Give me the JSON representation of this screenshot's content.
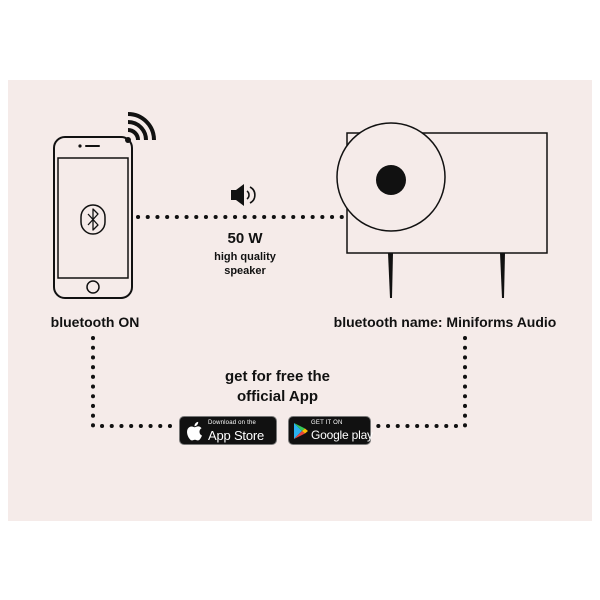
{
  "labels": {
    "phone": "bluetooth ON",
    "speaker": "bluetooth name: Miniforms Audio",
    "power": "50 W",
    "description_line1": "high quality",
    "description_line2": "speaker",
    "app_line1": "get for free the",
    "app_line2": "official App"
  },
  "badges": {
    "app_store": {
      "small": "Download on the",
      "big": "App Store",
      "icon": "apple-logo-icon"
    },
    "google_play": {
      "small": "GET IT ON",
      "big": "Google play",
      "icon": "google-play-icon"
    }
  },
  "icons": [
    "wifi-signal-icon",
    "bluetooth-icon",
    "speaker-volume-icon",
    "smartphone-icon",
    "radio-speaker-icon"
  ],
  "colors": {
    "background": "#f5ebe9",
    "ink": "#111111",
    "badge": "#111111"
  }
}
